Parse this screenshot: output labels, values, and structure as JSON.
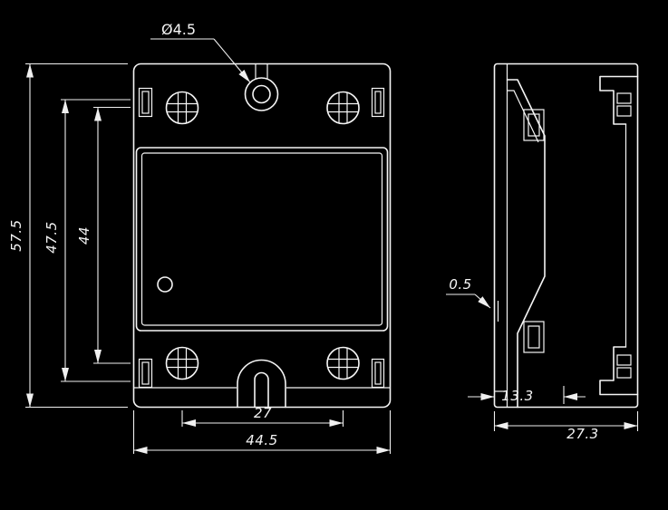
{
  "drawing": {
    "background_color": "#000000",
    "line_color": "#f5f5f5"
  },
  "dimensions": {
    "hole_diameter": "Ø4.5",
    "overall_height": "57.5",
    "body_height": "47.5",
    "screw_spacing_vertical": "44",
    "terminal_spacing_horizontal": "27",
    "overall_width": "44.5",
    "panel_gap": "0.5",
    "base_depth": "13.3",
    "overall_depth": "27.3"
  }
}
